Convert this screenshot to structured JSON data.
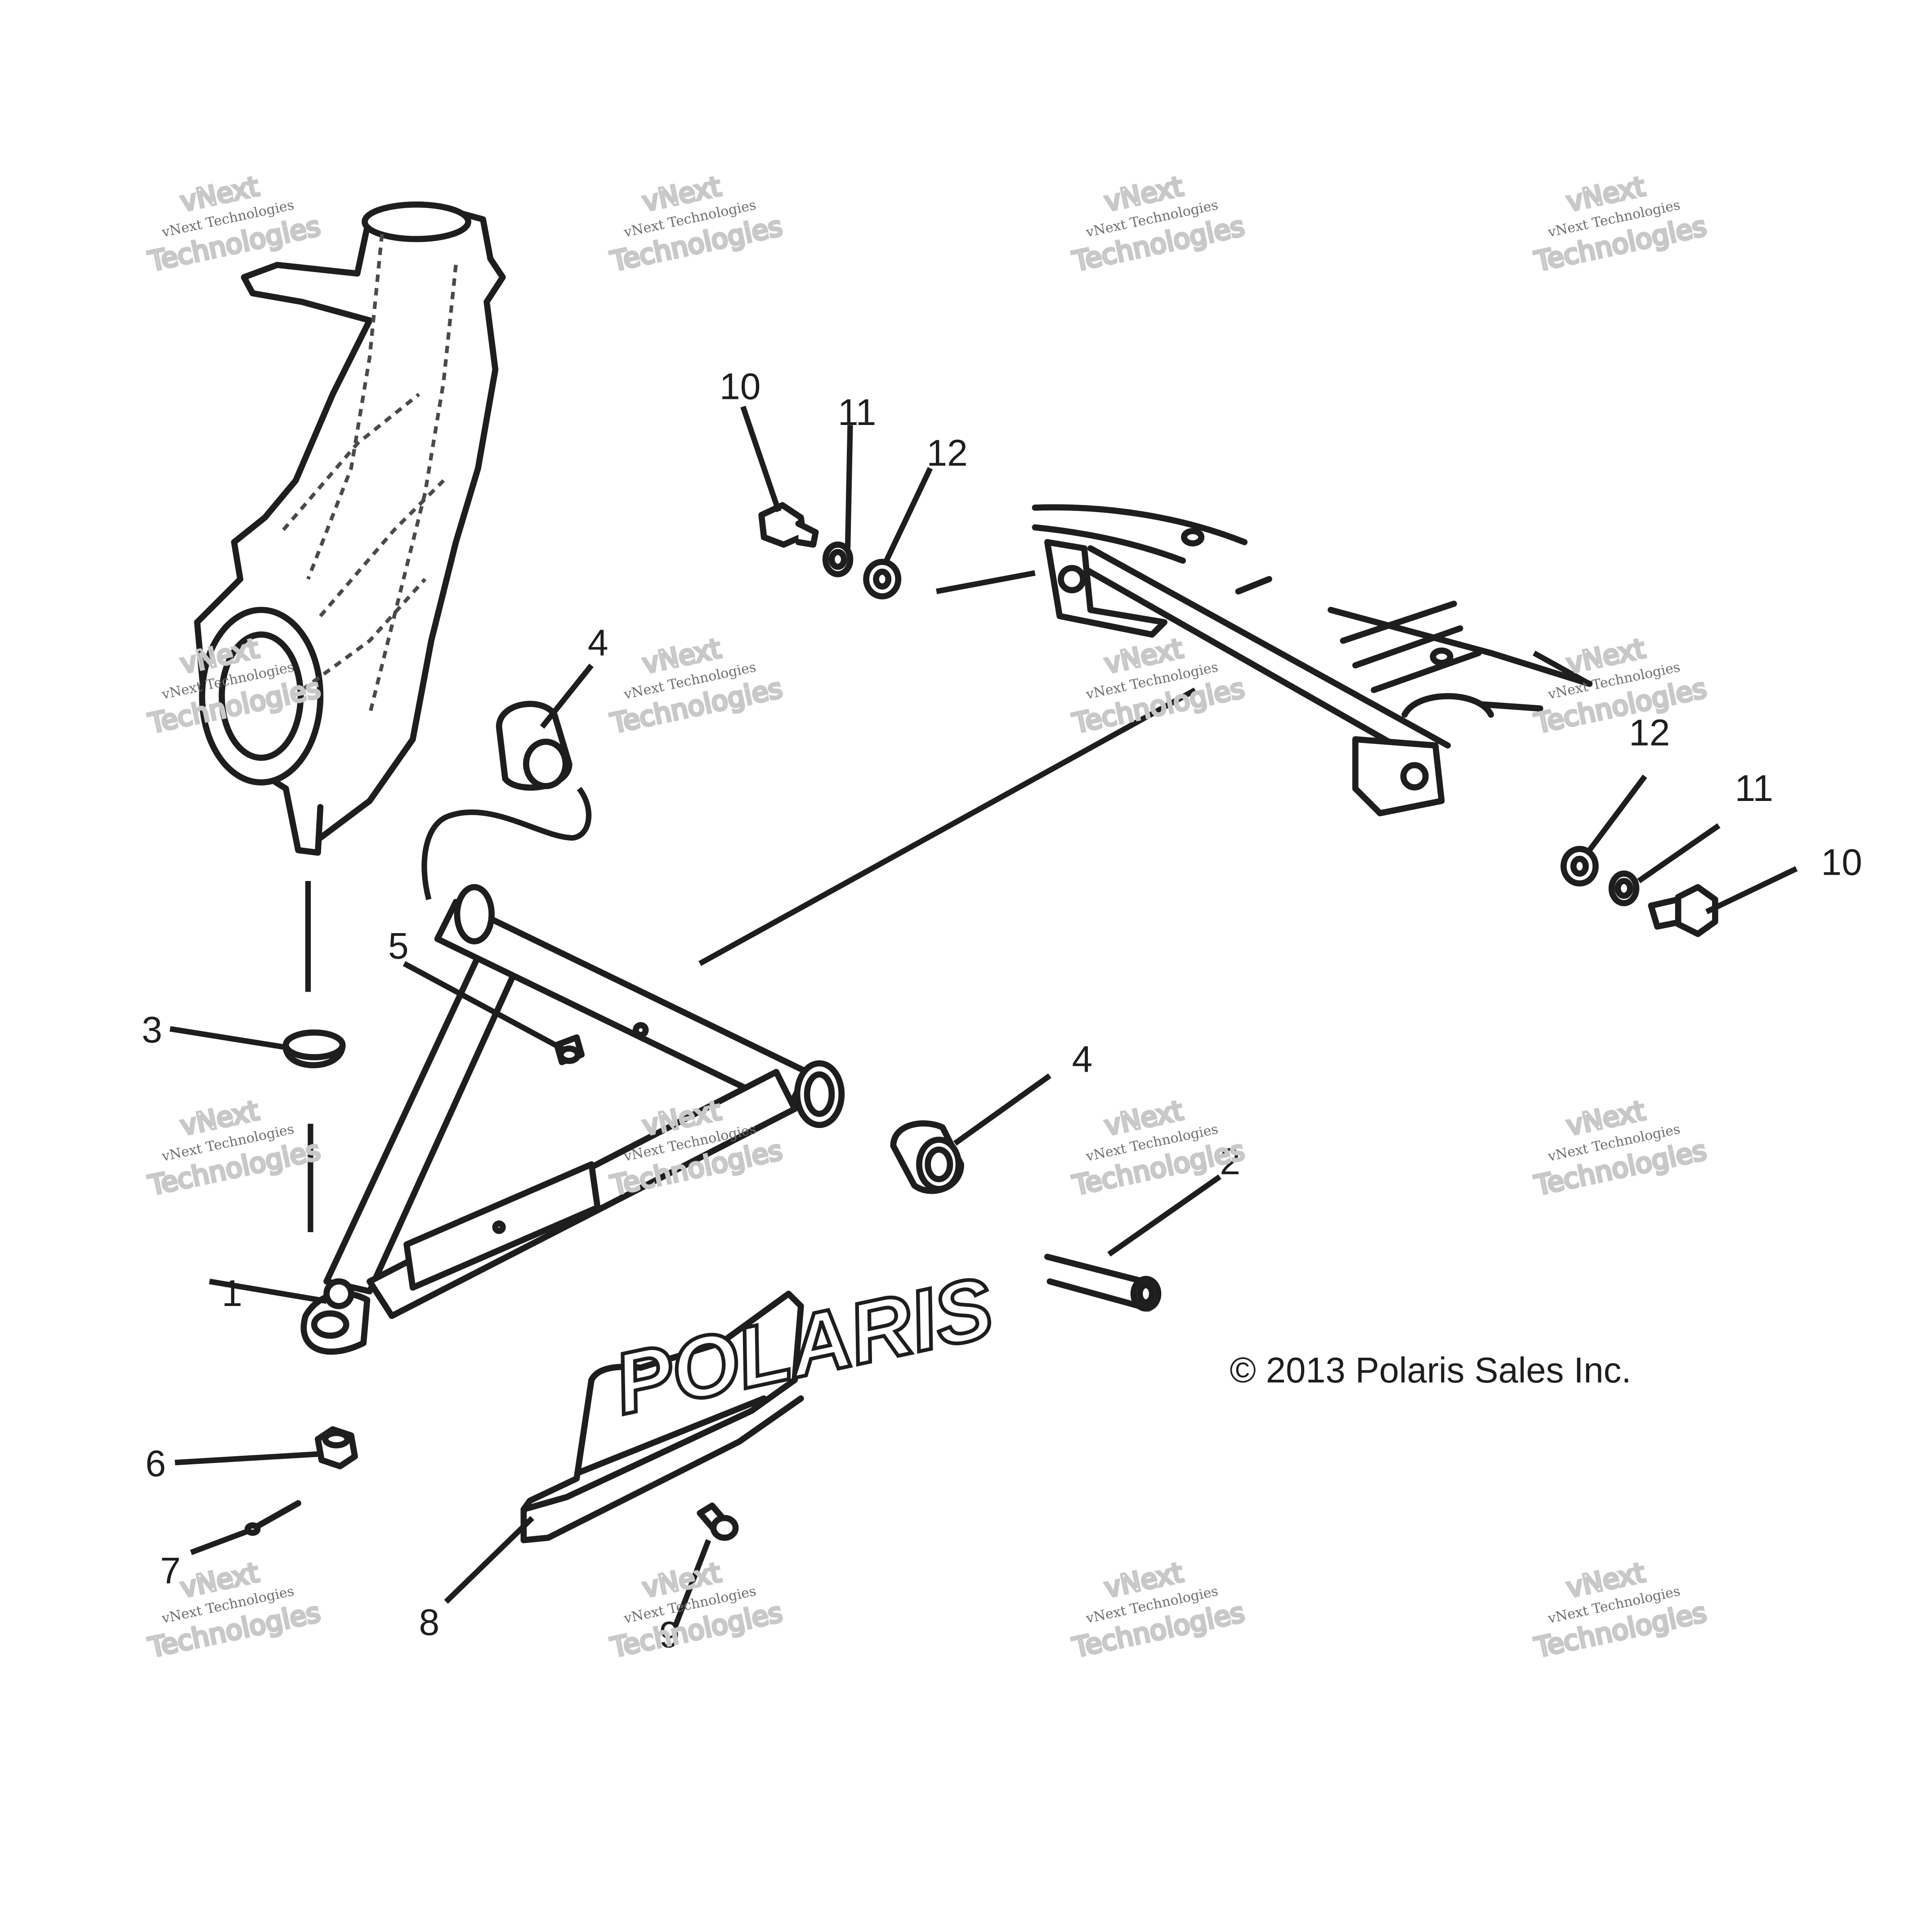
{
  "callouts": {
    "c1": "1",
    "c2": "2",
    "c3": "3",
    "c4a": "4",
    "c4b": "4",
    "c5": "5",
    "c6": "6",
    "c7": "7",
    "c8": "8",
    "c9": "9",
    "c10a": "10",
    "c10b": "10",
    "c11a": "11",
    "c11b": "11",
    "c12a": "12",
    "c12b": "12"
  },
  "copyright": "© 2013 Polaris Sales Inc.",
  "guard_logo": "POLARIS",
  "watermark": {
    "line1": "vNext Technologies",
    "line2": "vNext",
    "line3": "Technologies"
  }
}
